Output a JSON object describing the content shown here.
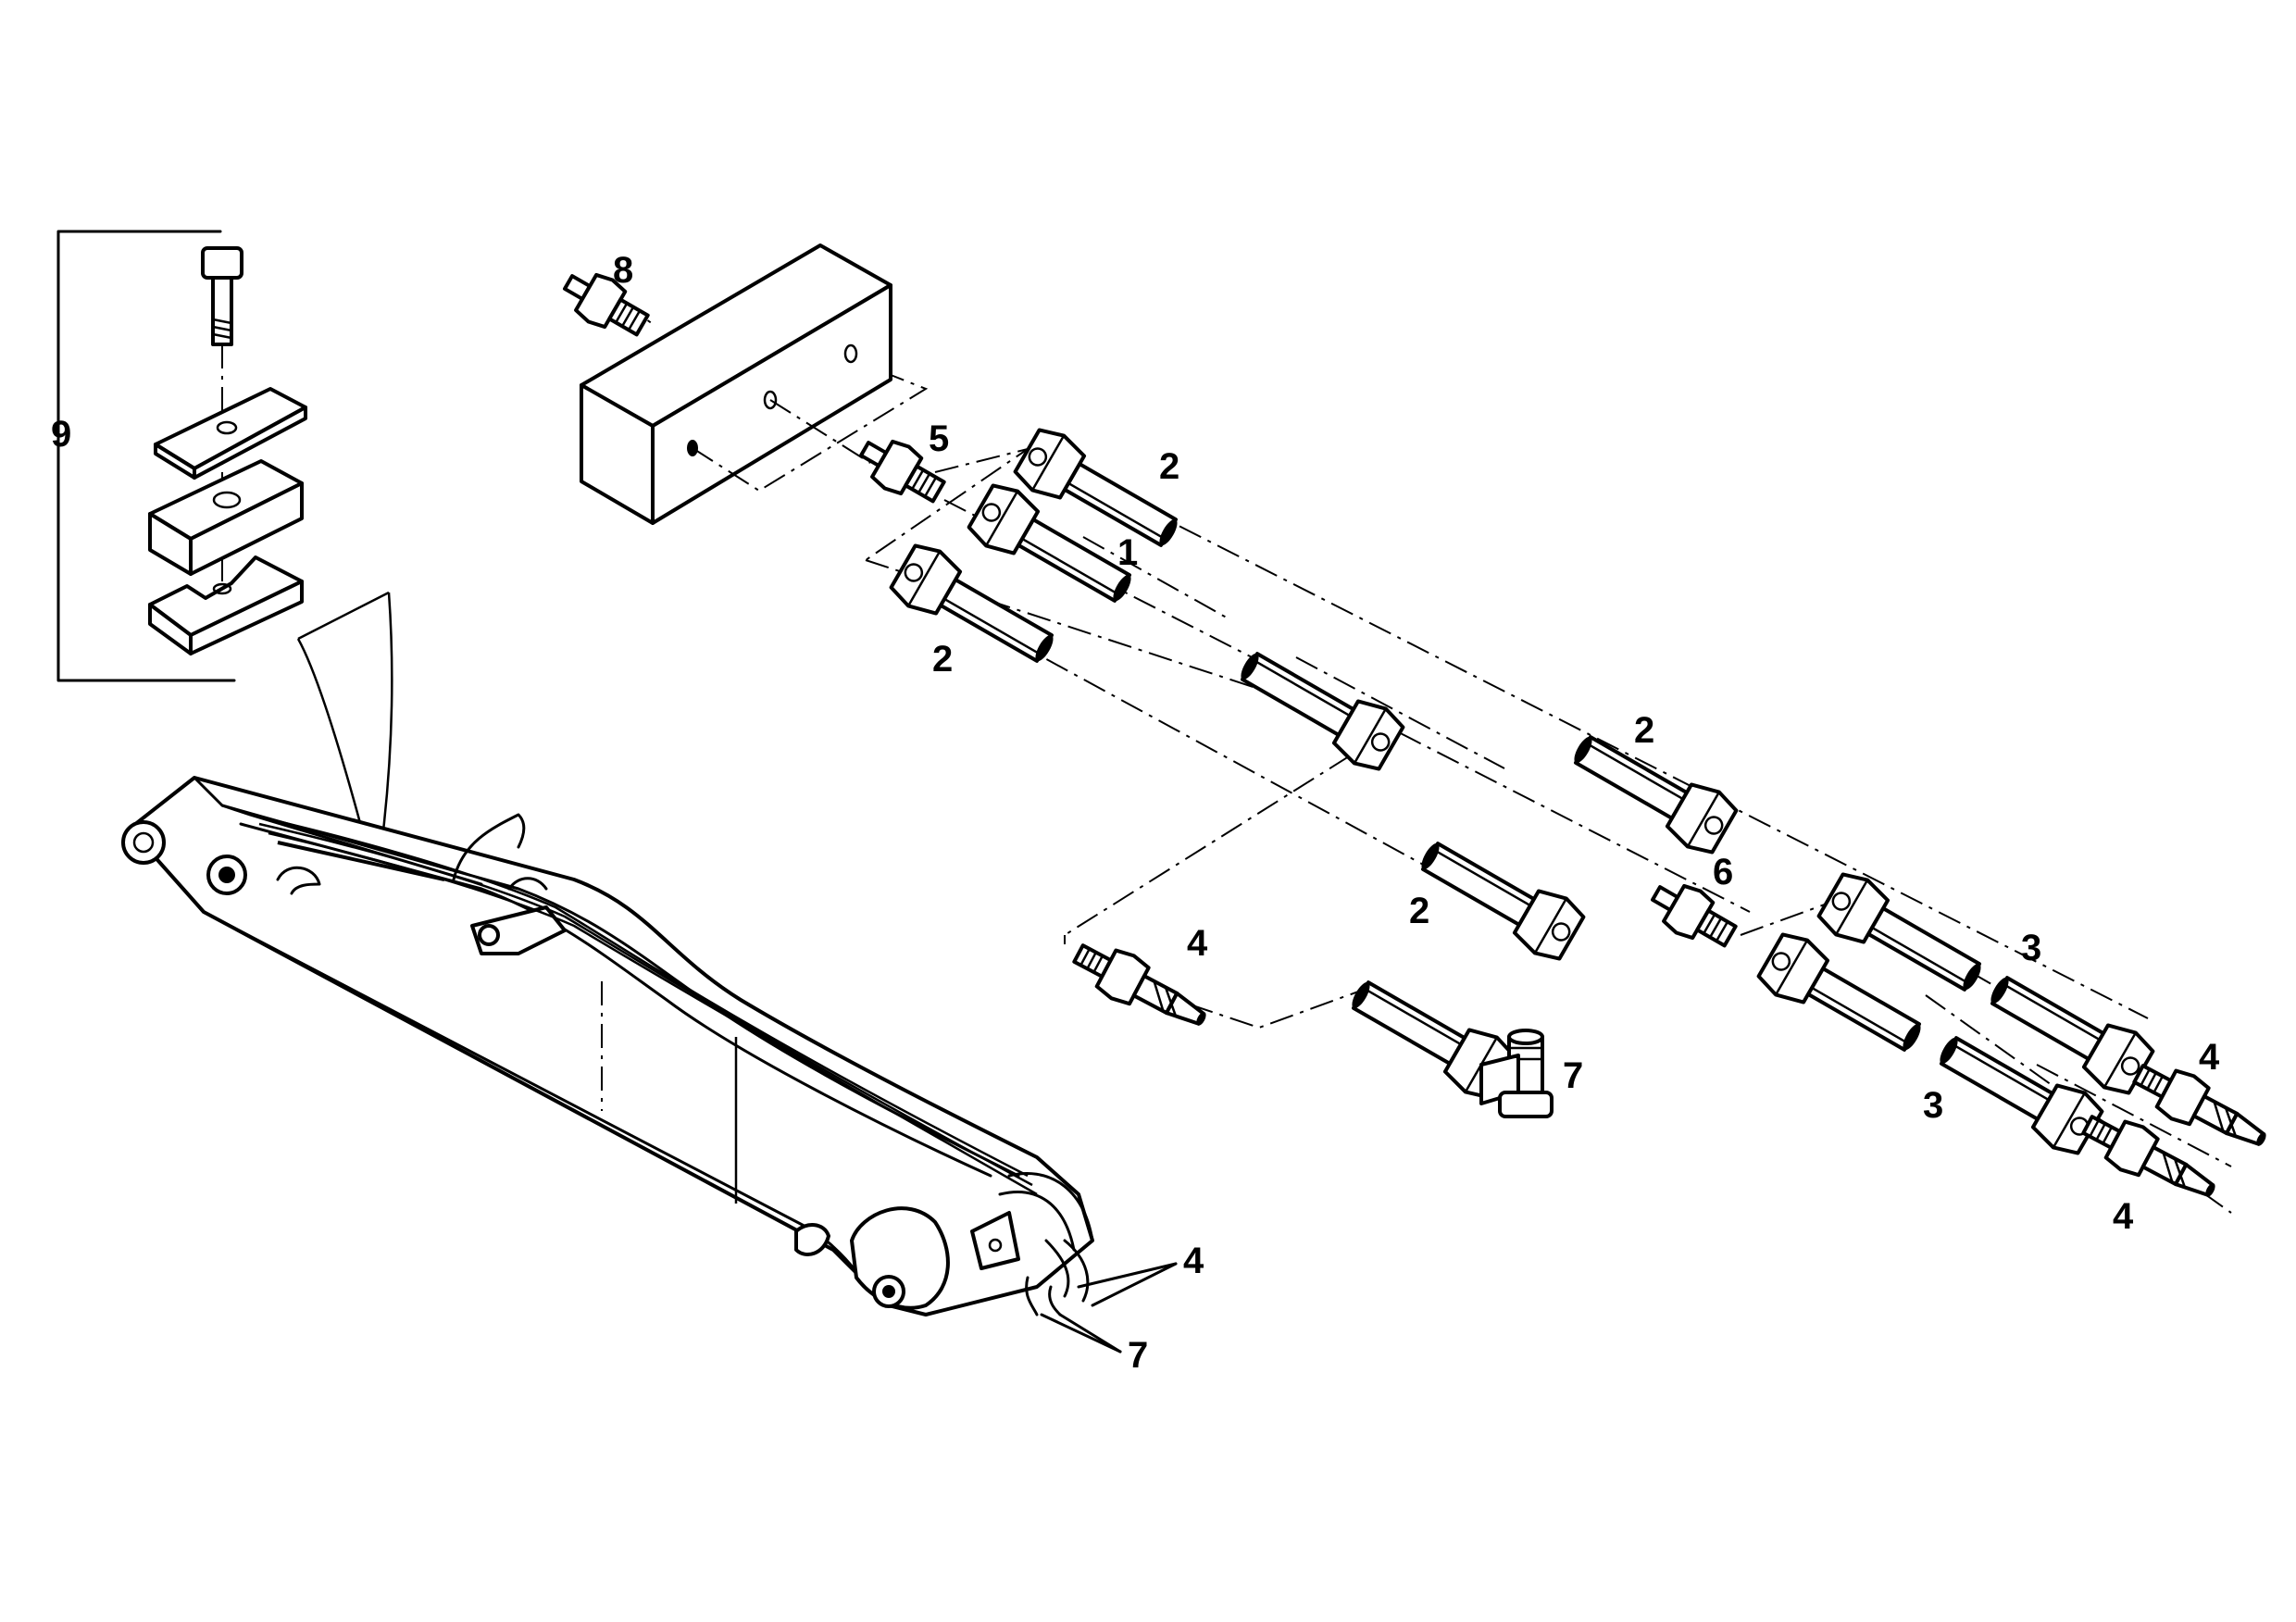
{
  "callouts": {
    "c1": "1",
    "c2a": "2",
    "c2b": "2",
    "c2c": "2",
    "c2d": "2",
    "c3a": "3",
    "c3b": "3",
    "c4a": "4",
    "c4b": "4",
    "c4c": "4",
    "c4d": "4",
    "c5": "5",
    "c6": "6",
    "c7a": "7",
    "c7b": "7",
    "c8": "8",
    "c9": "9"
  },
  "colors": {
    "ink": "#000000",
    "paper": "#ffffff"
  }
}
